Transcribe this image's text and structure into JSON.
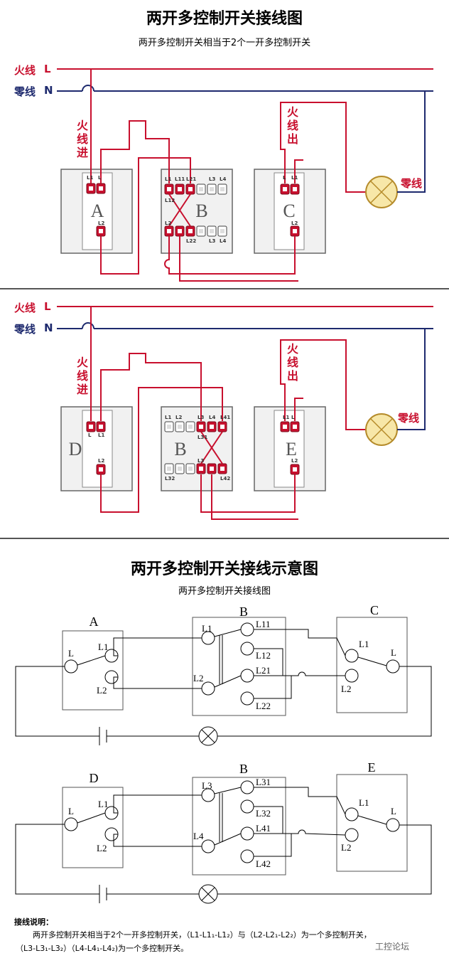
{
  "panel1": {
    "title": "两开多控制开关接线图",
    "subtitle": "两开多控制开关相当于2个一开多控制开关",
    "live_label": "火线",
    "live_letter": "L",
    "neutral_label": "零线",
    "neutral_letter": "N",
    "live_in_label": "火线进",
    "live_out_label": "火线出",
    "lamp_neutral_label": "零线",
    "switch_letters": [
      "A",
      "B",
      "C"
    ],
    "terminal_labels": [
      "L1",
      "L",
      "L2",
      "L1",
      "L11",
      "L21",
      "L3",
      "L4",
      "L12",
      "L2",
      "L22",
      "L3",
      "L4",
      "L",
      "L1",
      "L2"
    ]
  },
  "panel2": {
    "live_label": "火线",
    "live_letter": "L",
    "neutral_label": "零线",
    "neutral_letter": "N",
    "live_in_label": "火线进",
    "live_out_label": "火线出",
    "lamp_neutral_label": "零线",
    "switch_letters": [
      "D",
      "B",
      "E"
    ],
    "terminal_labels": [
      "L",
      "L1",
      "L2",
      "L1",
      "L2",
      "L3",
      "L4",
      "L41",
      "L31",
      "L3",
      "L32",
      "L42",
      "L1",
      "L",
      "L2"
    ]
  },
  "panel3": {
    "title": "两开多控制开关接线示意图",
    "subtitle": "两开多控制开关接线图",
    "diagram1": {
      "switch_a": "A",
      "switch_b": "B",
      "switch_c": "C",
      "a_terminals": [
        "L",
        "L1",
        "L2"
      ],
      "b_terminals": [
        "L1",
        "L2",
        "L11",
        "L12",
        "L21",
        "L22"
      ],
      "c_terminals": [
        "L1",
        "L",
        "L2"
      ]
    },
    "diagram2": {
      "switch_d": "D",
      "switch_b": "B",
      "switch_e": "E",
      "d_terminals": [
        "L",
        "L1",
        "L2"
      ],
      "b_terminals": [
        "L3",
        "L4",
        "L31",
        "L32",
        "L41",
        "L42"
      ],
      "e_terminals": [
        "L1",
        "L",
        "L2"
      ]
    },
    "notes_title": "接线说明：",
    "notes_line1": "两开多控制开关相当于2个一开多控制开关，（L1-L1₁-L1₂）与（L2-L2₁-L2₂）为一个多控制开关，",
    "notes_line2": "（L3-L3₁-L3₂）（L4-L4₁-L4₂)为一个多控制开关。",
    "watermark": "工控论坛"
  },
  "colors": {
    "wire_red": "#c8102e",
    "wire_blue": "#1e2a6e",
    "terminal_red": "#c8102e",
    "lamp_fill": "#f7e7a8",
    "switch_plate": "#f1f1f1"
  }
}
